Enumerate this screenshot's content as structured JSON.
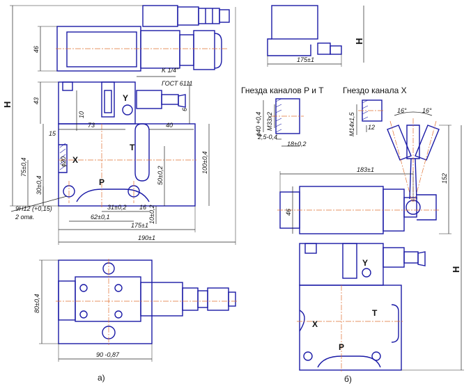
{
  "view_a": {
    "caption": "а)",
    "ports": {
      "x": "X",
      "y": "Y",
      "t": "T",
      "p": "P"
    },
    "dims": {
      "h": "H",
      "d46": "46",
      "d43": "43",
      "k": "K 1/4\"",
      "gost": "ГОСТ 6111",
      "d6": "6",
      "d10": "10",
      "d73": "73",
      "d15": "15",
      "d40": "40",
      "phi20": "ϕ20",
      "d75": "75±0,4",
      "d30": "30±0,4",
      "d100": "100±0,4",
      "d50": "50±0,2",
      "d31": "31±0,2",
      "d16": "16",
      "d10b": "10±0,2",
      "d62": "62±0,1",
      "d175": "175±1",
      "d190": "190±1",
      "bolt": "9H12 (+0,15)",
      "bolt_count": "2 отв.",
      "d80": "80±0,4",
      "d90": "90 -0,87"
    }
  },
  "view_b": {
    "caption": "б)",
    "ports": {
      "x": "X",
      "y": "Y",
      "t": "T",
      "p": "P"
    },
    "dims": {
      "h_top": "H",
      "d175": "175±1",
      "d183": "183±1",
      "d46": "46",
      "d152": "152",
      "h": "H",
      "a16l": "16°",
      "a16r": "16°"
    }
  },
  "detail_pt": {
    "title": "Гнезда каналов P и T",
    "dims": {
      "phi40": "ϕ40 +0,4",
      "m33": "M33x2",
      "d25": "2,5-0,4",
      "d18": "18±0,2"
    }
  },
  "detail_x": {
    "title": "Гнездо канала X",
    "dims": {
      "m14": "M14x1,5",
      "d12": "12"
    }
  }
}
